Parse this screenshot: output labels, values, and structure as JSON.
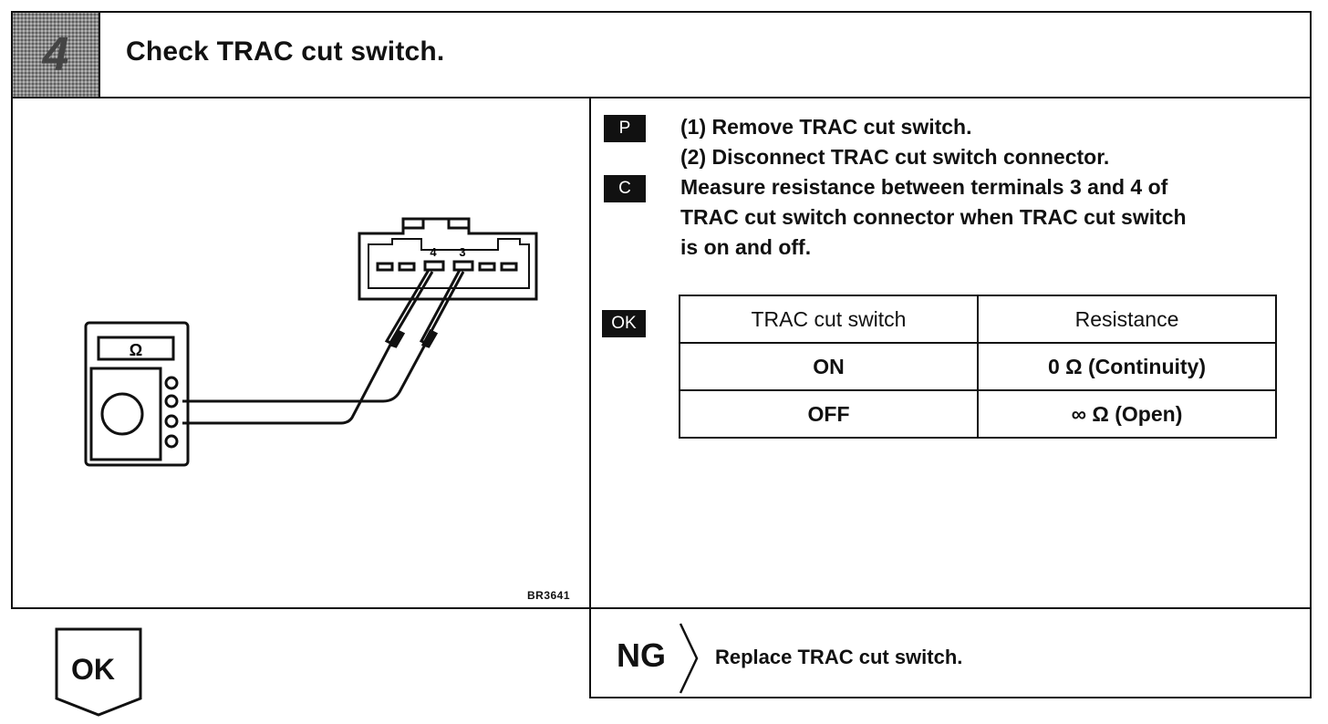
{
  "step": {
    "number": "4",
    "title": "Check TRAC cut switch."
  },
  "figure": {
    "code": "BR3641",
    "meter_symbol": "Ω",
    "terminal_labels": [
      "4",
      "3"
    ]
  },
  "tags": {
    "prep": "P",
    "check": "C",
    "ok": "OK"
  },
  "instructions": {
    "step1": "(1) Remove TRAC cut switch.",
    "step2": "(2) Disconnect TRAC cut switch connector.",
    "measure_line1": "Measure resistance between terminals 3 and 4 of",
    "measure_line2": "TRAC cut switch connector when TRAC cut switch",
    "measure_line3": "is on and off."
  },
  "table": {
    "headers": [
      "TRAC cut switch",
      "Resistance"
    ],
    "rows": [
      [
        "ON",
        "0 Ω (Continuity)"
      ],
      [
        "OFF",
        "∞ Ω (Open)"
      ]
    ]
  },
  "result_ng": {
    "label": "NG",
    "action": "Replace TRAC cut switch."
  },
  "result_ok": {
    "label": "OK"
  }
}
